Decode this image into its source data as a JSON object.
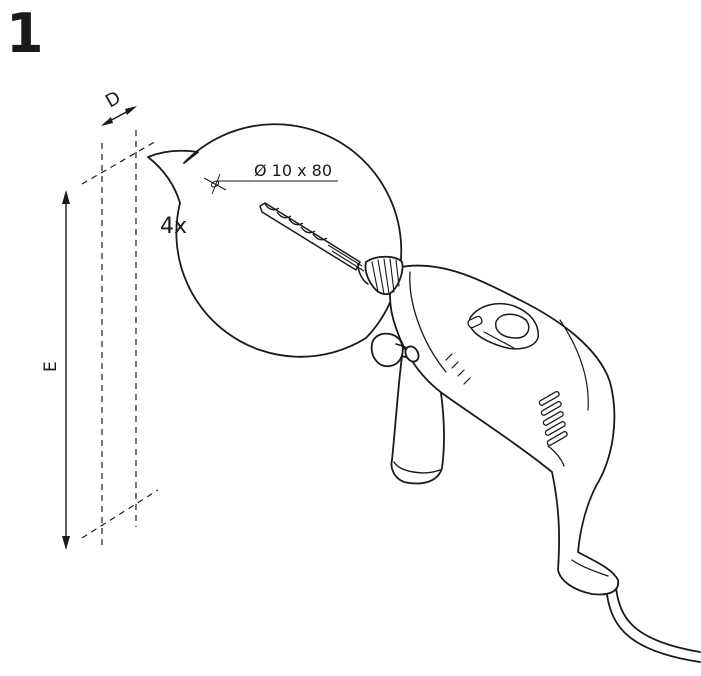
{
  "step": {
    "number": "1"
  },
  "dimensions": {
    "depth_label": "D",
    "height_label": "E"
  },
  "callout": {
    "hole_spec": "Ø 10 x 80",
    "quantity": "4x"
  },
  "colors": {
    "ink": "#1a1a1a",
    "paper": "#ffffff"
  }
}
